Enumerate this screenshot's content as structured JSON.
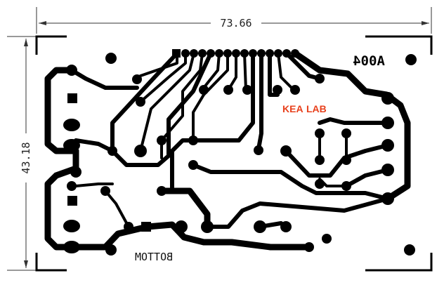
{
  "dimensions": {
    "width_label": "73.66",
    "height_label": "43.18"
  },
  "board": {
    "code_label": "A004",
    "layer_label": "BOTTOM"
  },
  "logo": {
    "part1": "KEA",
    "part2": "LAB",
    "color1": "#e8401c",
    "color2": "#e8401c"
  },
  "colors": {
    "copper": "#000000",
    "background": "#ffffff",
    "dimension_line": "#333333"
  }
}
